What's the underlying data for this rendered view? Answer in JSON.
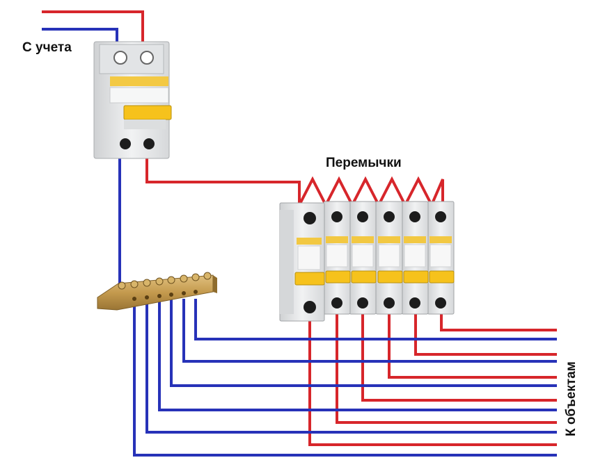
{
  "labels": {
    "source": "С учета",
    "jumpers": "Перемычки",
    "to_objects": "К объектам"
  },
  "colors": {
    "phase": "#d7262b",
    "neutral": "#2732b8",
    "breaker_body": "#e9eaeb",
    "toggle": "#f6c21c",
    "busbar": "#c9a25a"
  },
  "components": {
    "main_breaker_poles": 2,
    "group_breakers": 6,
    "busbar_screws": 8
  }
}
